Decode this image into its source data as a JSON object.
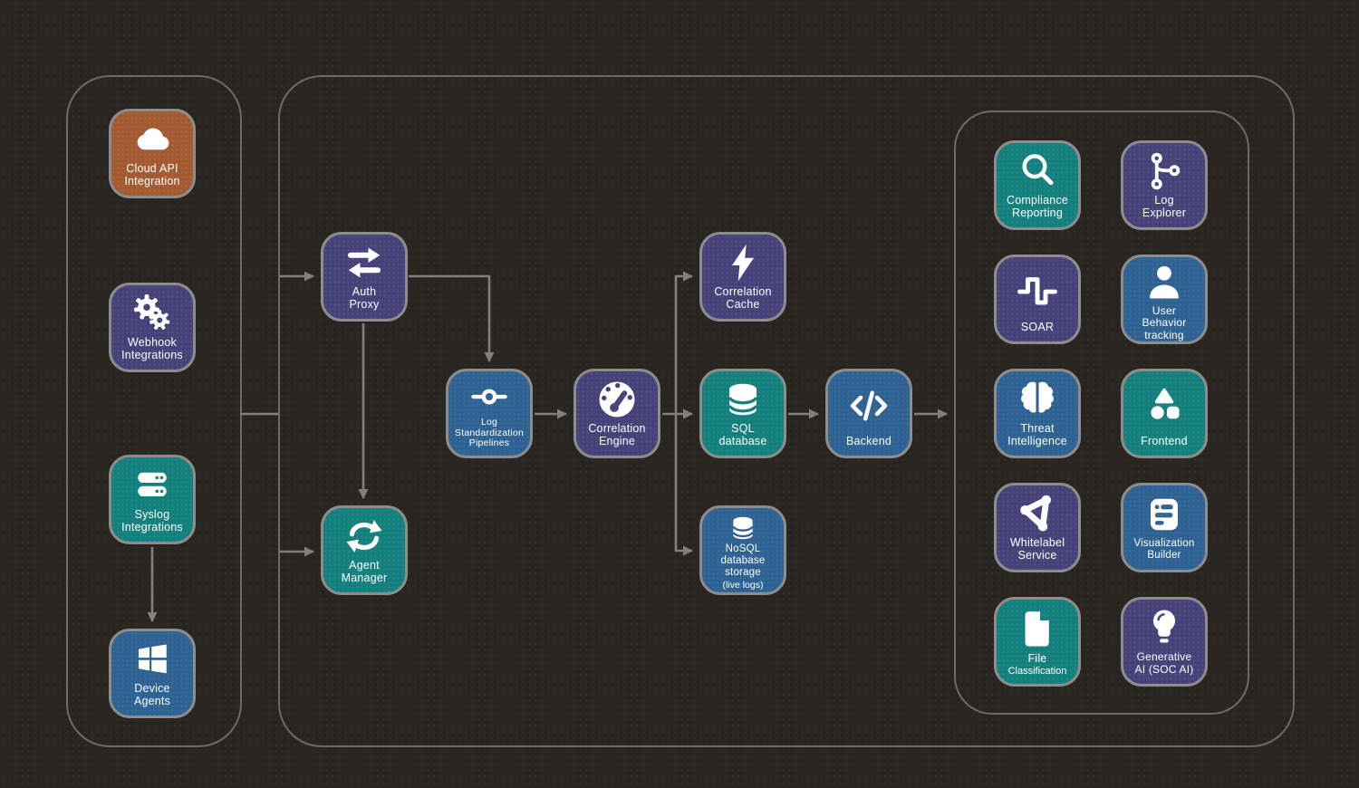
{
  "palette": {
    "orange": "#a35a31",
    "indigo": "#474179",
    "teal": "#14807d",
    "blue": "#2d6292"
  },
  "diagram": {
    "nodes": [
      {
        "id": "cloud-api-integration",
        "label": "Cloud API\nIntegration",
        "color": "orange",
        "icon": "cloud"
      },
      {
        "id": "webhook-integrations",
        "label": "Webhook\nIntegrations",
        "color": "indigo",
        "icon": "gears"
      },
      {
        "id": "syslog-integrations",
        "label": "Syslog\nIntegrations",
        "color": "teal",
        "icon": "servers"
      },
      {
        "id": "device-agents",
        "label": "Device\nAgents",
        "color": "blue",
        "icon": "windows"
      },
      {
        "id": "auth-proxy",
        "label": "Auth\nProxy",
        "color": "indigo",
        "icon": "transfer-arrows"
      },
      {
        "id": "agent-manager",
        "label": "Agent\nManager",
        "color": "teal",
        "icon": "sync-arrows"
      },
      {
        "id": "log-standardization-pipelines",
        "label": "Log\nStandardization\nPipelines",
        "color": "blue",
        "icon": "commit"
      },
      {
        "id": "correlation-engine",
        "label": "Correlation\nEngine",
        "color": "indigo",
        "icon": "gauge"
      },
      {
        "id": "correlation-cache",
        "label": "Correlation\nCache",
        "color": "indigo",
        "icon": "lightning"
      },
      {
        "id": "sql-database",
        "label": "SQL\ndatabase",
        "color": "teal",
        "icon": "database"
      },
      {
        "id": "nosql-database-storage",
        "label": "NoSQL\ndatabase\nstorage",
        "sublabel": "(live logs)",
        "color": "blue",
        "icon": "database"
      },
      {
        "id": "backend",
        "label": "Backend",
        "color": "blue",
        "icon": "code"
      },
      {
        "id": "compliance-reporting",
        "label": "Compliance\nReporting",
        "color": "teal",
        "icon": "magnifier"
      },
      {
        "id": "log-explorer",
        "label": "Log\nExplorer",
        "color": "indigo",
        "icon": "git-branch"
      },
      {
        "id": "soar",
        "label": "SOAR",
        "color": "indigo",
        "icon": "pulse-wave"
      },
      {
        "id": "user-behavior-tracking",
        "label": "User\nBehavior\ntracking",
        "color": "blue",
        "icon": "person"
      },
      {
        "id": "threat-intelligence",
        "label": "Threat\nIntelligence",
        "color": "blue",
        "icon": "brain"
      },
      {
        "id": "frontend",
        "label": "Frontend",
        "color": "teal",
        "icon": "shapes"
      },
      {
        "id": "whitelabel-service",
        "label": "Whitelabel\nService",
        "color": "indigo",
        "icon": "triangle-network"
      },
      {
        "id": "visualization-builder",
        "label": "Visualization\nBuilder",
        "color": "blue",
        "icon": "list-card"
      },
      {
        "id": "file-classification",
        "label": "File",
        "sublabel": "Classification",
        "color": "teal",
        "icon": "file"
      },
      {
        "id": "generative-ai",
        "label": "Generative\nAI (SOC AI)",
        "color": "indigo",
        "icon": "lightbulb"
      }
    ],
    "edges": [
      {
        "from": "syslog-integrations",
        "to": "device-agents"
      },
      {
        "from": "source-integrations-group",
        "to": "platform-group"
      },
      {
        "from": "platform-group",
        "to": "auth-proxy"
      },
      {
        "from": "platform-group",
        "to": "agent-manager"
      },
      {
        "from": "auth-proxy",
        "to": "log-standardization-pipelines"
      },
      {
        "from": "auth-proxy",
        "to": "agent-manager"
      },
      {
        "from": "log-standardization-pipelines",
        "to": "correlation-engine"
      },
      {
        "from": "correlation-engine",
        "to": "sql-database"
      },
      {
        "from": "correlation-engine",
        "to": "correlation-cache"
      },
      {
        "from": "correlation-engine",
        "to": "nosql-database-storage"
      },
      {
        "from": "sql-database",
        "to": "backend"
      },
      {
        "from": "backend",
        "to": "output-modules-group"
      }
    ]
  }
}
